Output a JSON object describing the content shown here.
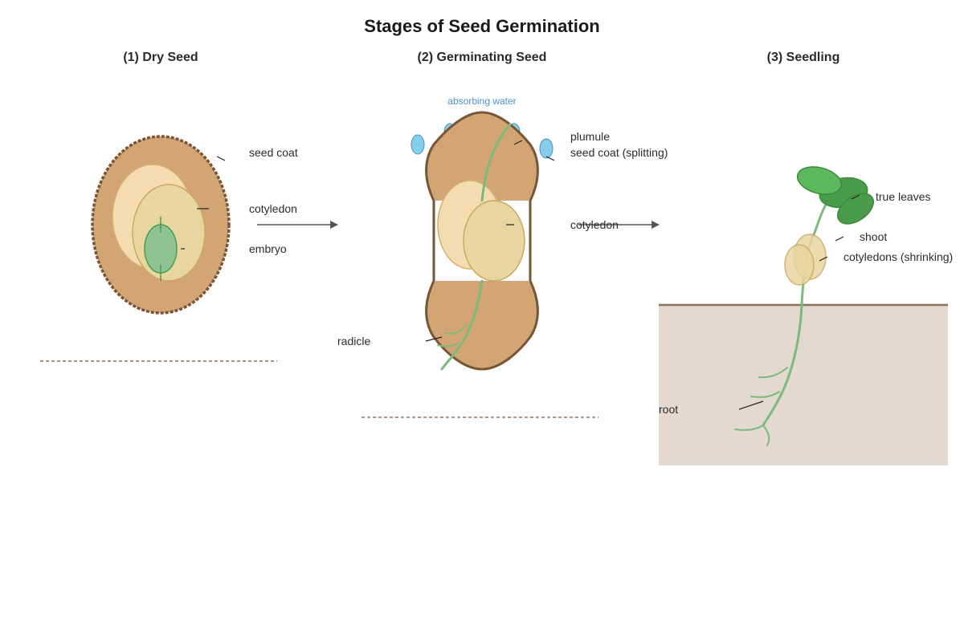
{
  "title": "Stages of Seed Germination",
  "stages": [
    {
      "heading": "(1) Dry Seed",
      "labels": {
        "seed_coat": "seed coat",
        "cotyledon": "cotyledon",
        "embryo": "embryo"
      }
    },
    {
      "heading": "(2) Germinating Seed",
      "water_note": "absorbing water",
      "labels": {
        "plumule": "plumule",
        "seed_coat": "seed coat (splitting)",
        "cotyledon": "cotyledon",
        "radicle": "radicle"
      }
    },
    {
      "heading": "(3) Seedling",
      "labels": {
        "true_leaves": "true leaves",
        "shoot": "shoot",
        "cotyledons": "cotyledons (shrinking)",
        "root": "root"
      }
    }
  ],
  "colors": {
    "seed_coat": "#d4a574",
    "seed_outline": "#7a5535",
    "cotyledon": "#f4dcb0",
    "cotyledon_inner": "#e8d5a0",
    "embryo": "#8fc393",
    "plant_green": "#7cbb7c",
    "leaf_green": "#4a9c4a",
    "water": "#87ceeb",
    "soil": "#e3d9d0",
    "soil_line": "#8b7355",
    "arrow": "#555555"
  }
}
